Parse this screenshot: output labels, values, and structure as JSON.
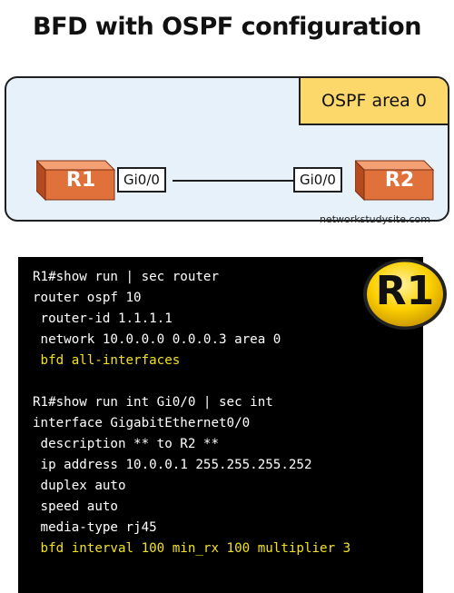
{
  "title": "BFD with OSPF configuration",
  "topology": {
    "area_label": "OSPF area 0",
    "routers": [
      {
        "name": "R1",
        "interface": "Gi0/0"
      },
      {
        "name": "R2",
        "interface": "Gi0/0"
      }
    ],
    "credit": "networkstudysite.com",
    "colors": {
      "background": "#e6f1fa",
      "area": "#fcd86b",
      "router": "#e1713a"
    }
  },
  "terminal": {
    "badge": "R1",
    "lines": [
      {
        "text": "R1#show run | sec router",
        "highlight": false
      },
      {
        "text": "router ospf 10",
        "highlight": false
      },
      {
        "text": " router-id 1.1.1.1",
        "highlight": false
      },
      {
        "text": " network 10.0.0.0 0.0.0.3 area 0",
        "highlight": false
      },
      {
        "text": " bfd all-interfaces",
        "highlight": true
      },
      {
        "text": "",
        "highlight": false
      },
      {
        "text": "R1#show run int Gi0/0 | sec int",
        "highlight": false
      },
      {
        "text": "interface GigabitEthernet0/0",
        "highlight": false
      },
      {
        "text": " description ** to R2 **",
        "highlight": false
      },
      {
        "text": " ip address 10.0.0.1 255.255.255.252",
        "highlight": false
      },
      {
        "text": " duplex auto",
        "highlight": false
      },
      {
        "text": " speed auto",
        "highlight": false
      },
      {
        "text": " media-type rj45",
        "highlight": false
      },
      {
        "text": " bfd interval 100 min_rx 100 multiplier 3",
        "highlight": true
      }
    ],
    "colors": {
      "background": "#000000",
      "text": "#ffffff",
      "highlight": "#f2e21c",
      "badge": "#fcd000"
    }
  }
}
